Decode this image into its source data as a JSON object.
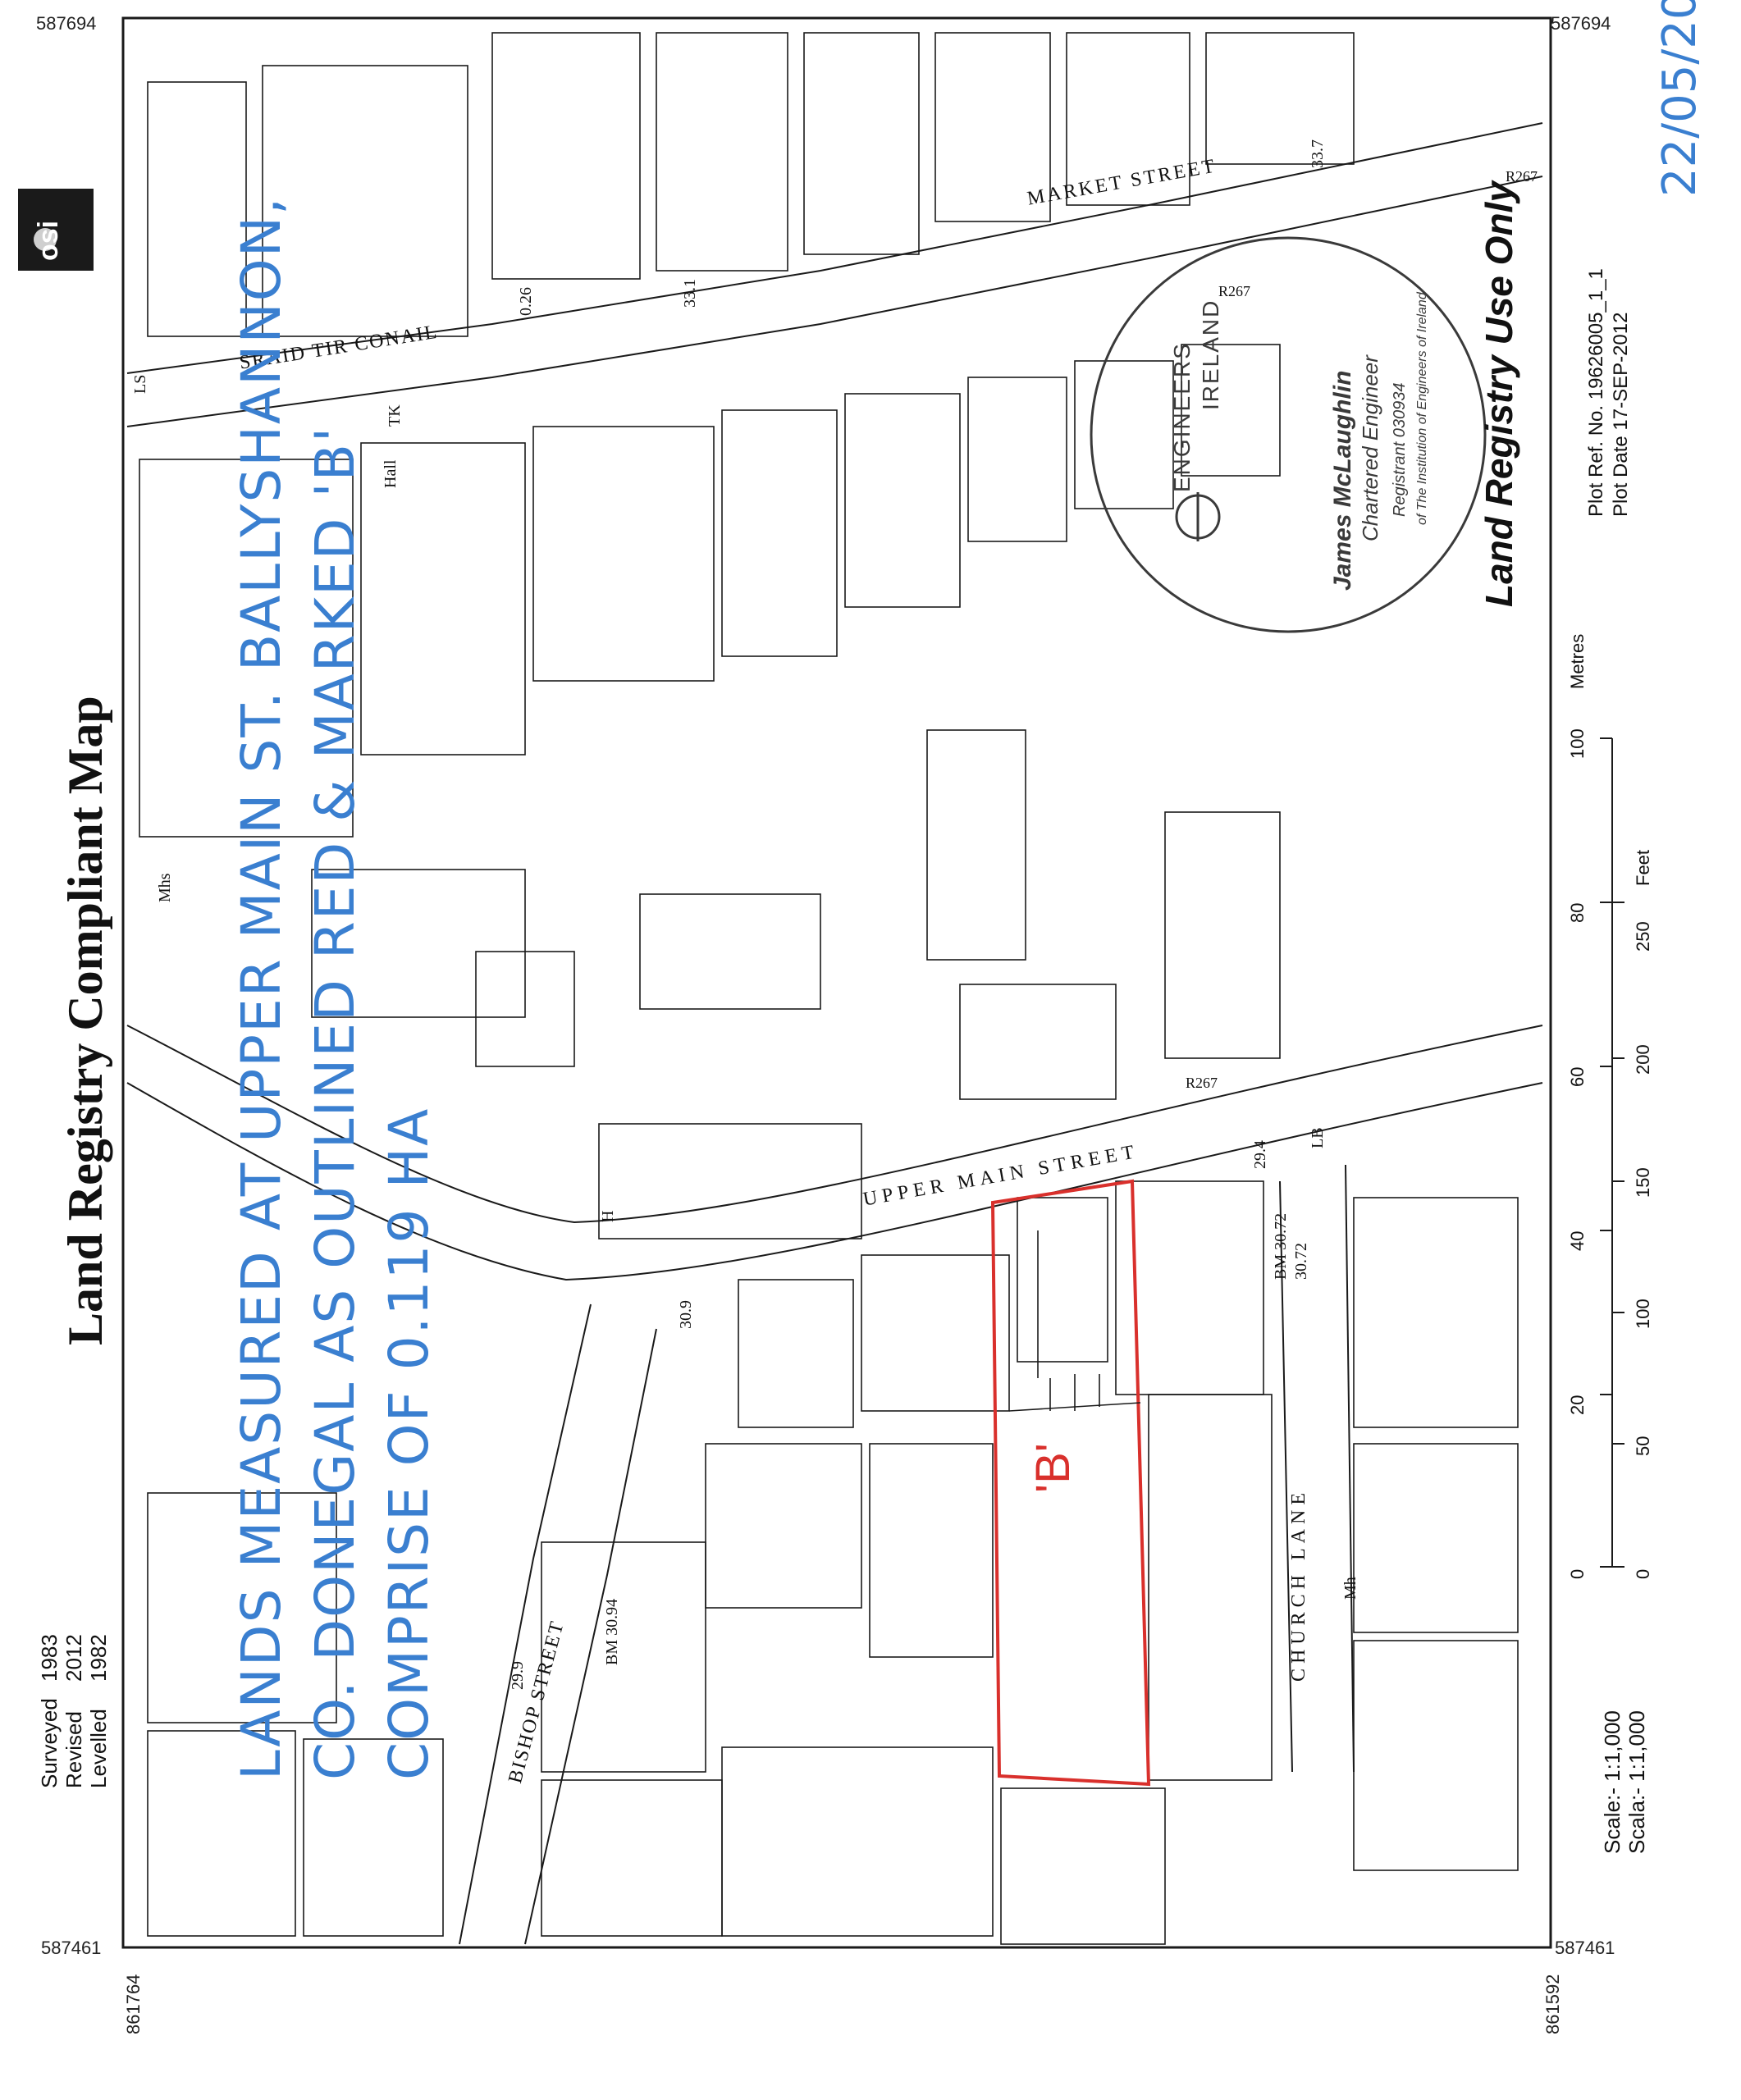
{
  "map": {
    "title": "Land Registry Compliant Map",
    "publisher_logo": "osi",
    "survey_info": {
      "labels": [
        "Surveyed",
        "Revised",
        "Levelled"
      ],
      "years": [
        "1983",
        "2012",
        "1982"
      ]
    },
    "coordinates": {
      "top_left_northing": "587694",
      "top_right_northing": "587694",
      "bottom_left_northing": "587461",
      "bottom_right_northing": "587461",
      "bottom_left_easting": "861764",
      "bottom_right_easting": "861592"
    },
    "scale_text": [
      "Scale:- 1:1,000",
      "Scala:- 1:1,000"
    ],
    "plot_ref": "Plot Ref. No. 19626005_1_1",
    "plot_date": "Plot Date 17-SEP-2012",
    "land_registry_use_only": "Land Registry Use Only",
    "scale_bar": {
      "metres_label": "Metres",
      "metres_ticks": [
        "0",
        "20",
        "40",
        "60",
        "80",
        "100"
      ],
      "feet_label": "Feet",
      "feet_ticks": [
        "0",
        "50",
        "100",
        "150",
        "200",
        "250"
      ]
    },
    "street_names": {
      "market_street": "MARKET STREET",
      "sraid_tir_conail": "SRAID TIR CONAIL",
      "upper_main_street": "UPPER MAIN STREET",
      "bishop_street": "BISHOP STREET",
      "church_lane": "CHURCH LANE"
    },
    "road_refs": [
      "R267",
      "R267",
      "R267"
    ],
    "levels": [
      "33.7",
      "33.1",
      "0.26",
      "30.9",
      "29.4",
      "30.72",
      "29.9"
    ],
    "benchmarks": [
      "BM 30.94",
      "BM 30.72"
    ],
    "features": [
      "Hall",
      "TK",
      "LB",
      "Mhs",
      "LS",
      "H",
      "Mh"
    ],
    "plot_marker": "'B'",
    "stamp": {
      "org_line1": "ENGINEERS",
      "org_line2": "IRELAND",
      "name": "James McLaughlin",
      "title": "Chartered Engineer",
      "registrant": "Registrant 030934",
      "institution": "of The Institution of Engineers of Ireland"
    },
    "handwriting": {
      "date": "22/05/20",
      "note_lines": [
        "LANDS MEASURED AT UPPER MAIN ST. BALLYSHANNON,",
        "CO. DONEGAL AS OUTLINED RED & MARKED 'B'",
        "COMPRISE OF 0.119 HA"
      ]
    },
    "colors": {
      "map_line": "#1a1a1a",
      "plot_outline": "#d9302c",
      "handwriting": "#3a7fd0",
      "stamp": "#3a3a3a"
    }
  }
}
